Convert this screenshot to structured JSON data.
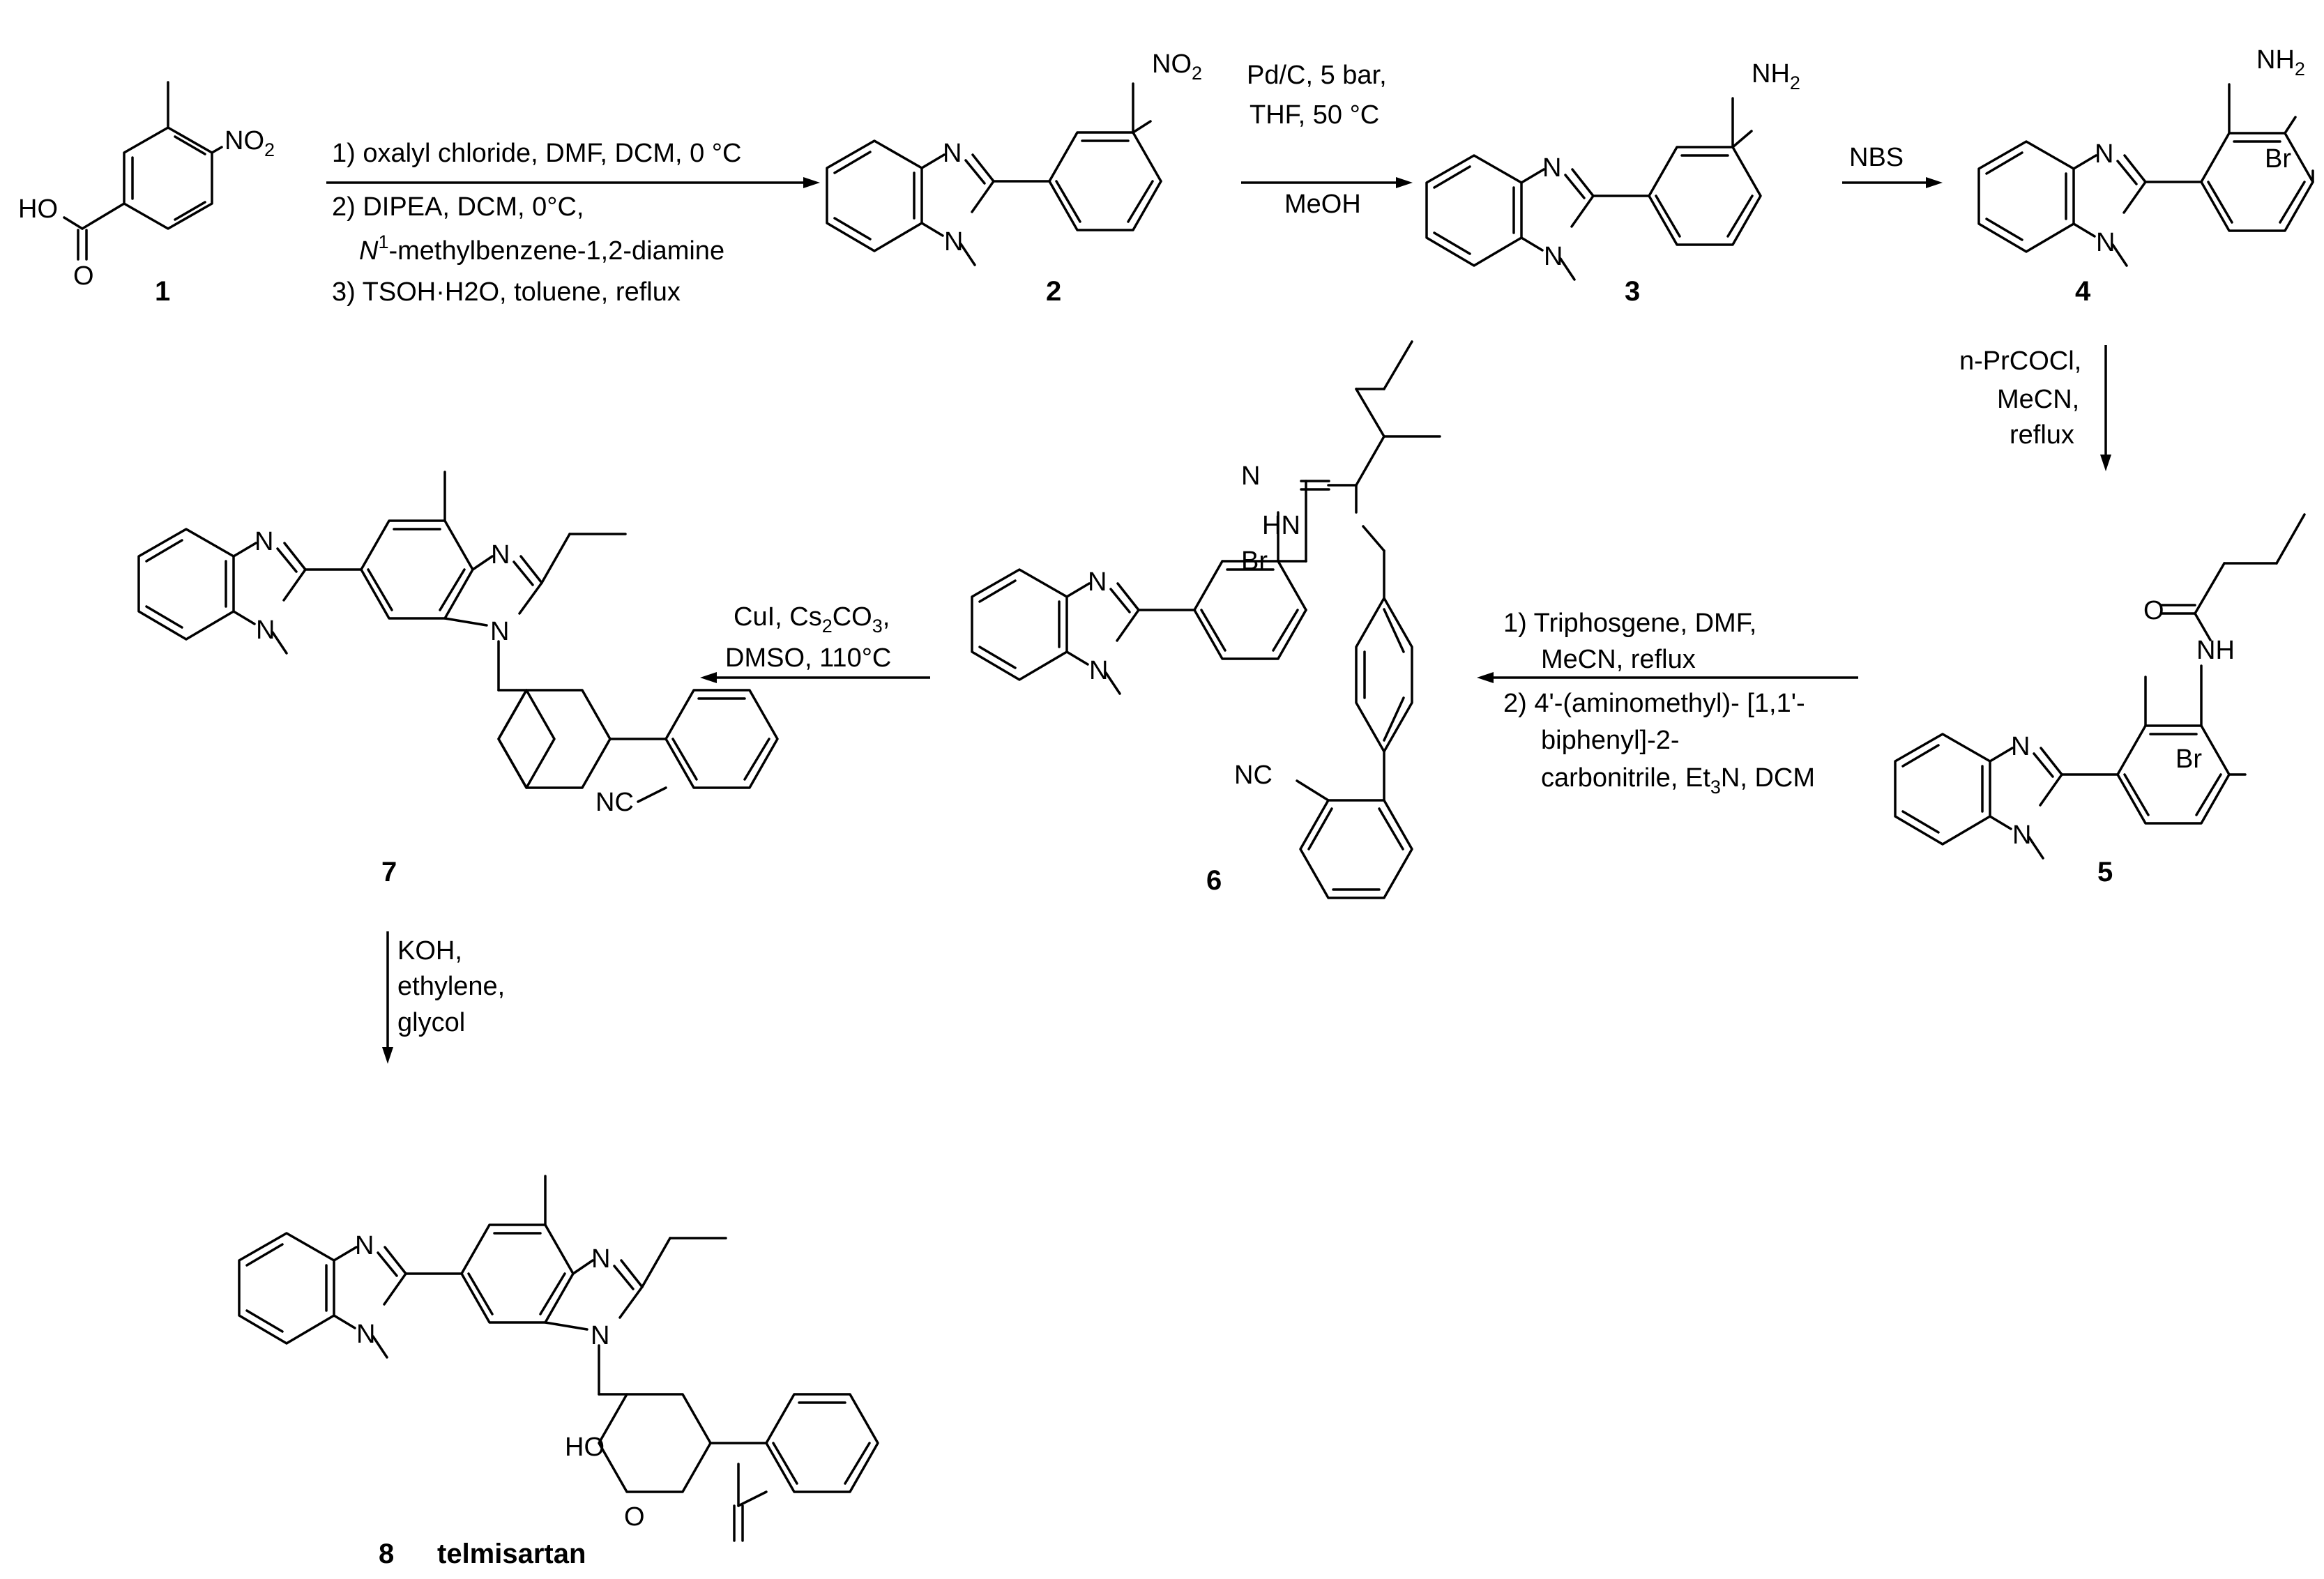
{
  "compounds": {
    "c1": {
      "number": "1",
      "atoms": {
        "no2": "NO",
        "no2_sub": "2",
        "ho": "HO",
        "o": "O"
      }
    },
    "c2": {
      "number": "2",
      "atoms": {
        "no2": "NO",
        "no2_sub": "2",
        "n": "N",
        "n_me": "N"
      }
    },
    "c3": {
      "number": "3",
      "atoms": {
        "nh2": "NH",
        "nh2_sub": "2",
        "n": "N",
        "n_me": "N"
      }
    },
    "c4": {
      "number": "4",
      "atoms": {
        "nh2": "NH",
        "nh2_sub": "2",
        "br": "Br",
        "n": "N",
        "n_me": "N"
      }
    },
    "c5": {
      "number": "5",
      "atoms": {
        "o": "O",
        "nh": "NH",
        "br": "Br",
        "n": "N",
        "n_me": "N"
      }
    },
    "c6": {
      "number": "6",
      "atoms": {
        "n_imine": "N",
        "hn": "HN",
        "br": "Br",
        "n": "N",
        "n_me": "N",
        "nc": "NC"
      }
    },
    "c7": {
      "number": "7",
      "atoms": {
        "n1": "N",
        "n1_me": "N",
        "n2": "N",
        "n2_sub": "N",
        "nc": "NC"
      }
    },
    "c8": {
      "number": "8",
      "name": "telmisartan",
      "atoms": {
        "n1": "N",
        "n1_me": "N",
        "n2": "N",
        "n2_sub": "N",
        "ho": "HO",
        "o": "O"
      }
    }
  },
  "steps": {
    "s1": {
      "line1": "1) oxalyl chloride, DMF, DCM, 0 °C",
      "line2": "2) DIPEA, DCM, 0°C,",
      "line3_italic": "N",
      "line3_sup": "1",
      "line3_rest": "-methylbenzene-1,2-diamine",
      "line4_a": "3) TSOH",
      "line4_dot": "·",
      "line4_b": "H2O, toluene, reflux"
    },
    "s2": {
      "line1": "Pd/C, 5 bar,",
      "line2": "THF, 50 °C",
      "line3": "MeOH"
    },
    "s3": {
      "line1": "NBS"
    },
    "s4": {
      "line1": "n-PrCOCl,",
      "line2": "MeCN,",
      "line3": "reflux"
    },
    "s5": {
      "line1": "1) Triphosgene, DMF,",
      "line2": "MeCN, reflux",
      "line3": "2) 4'-(aminomethyl)-  [1,1'-",
      "line4": "biphenyl]-2-",
      "line5_a": "carbonitrile, Et",
      "line5_sub": "3",
      "line5_b": "N, DCM"
    },
    "s6": {
      "line1": "CuI, Cs",
      "line1_sub1": "2",
      "line1_mid": "CO",
      "line1_sub2": "3",
      "line1_end": ",",
      "line2": "DMSO, 110°C"
    },
    "s7": {
      "line1": "KOH,",
      "line2": "ethylene,",
      "line3": "glycol"
    }
  }
}
